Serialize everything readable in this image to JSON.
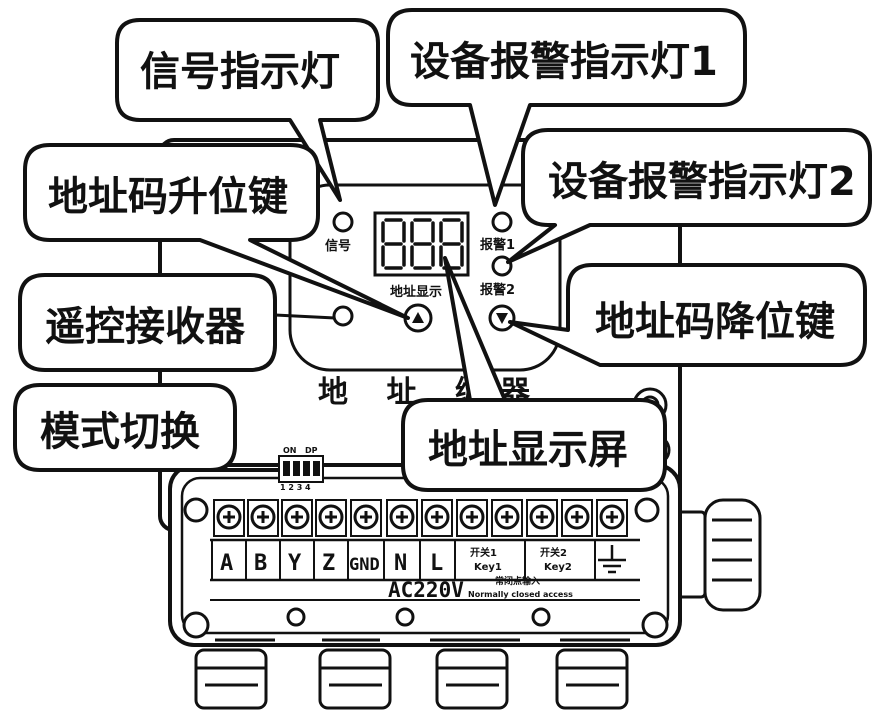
{
  "callouts": {
    "signal": "信号指示灯",
    "alarm1": "设备报警指示灯1",
    "alarm2": "设备报警指示灯2",
    "addr_up": "地址码升位键",
    "addr_down": "地址码降位键",
    "remote": "遥控接收器",
    "mode": "模式切换",
    "display": "地址显示屏"
  },
  "panel": {
    "signal_label": "信号",
    "alarm1_label": "报警1",
    "alarm2_label": "报警2",
    "display_label": "地址显示",
    "title_visible": "地 址 编",
    "title_tail": "器"
  },
  "dip": {
    "on": "ON",
    "dp": "DP",
    "numbers": "1 2 3 4"
  },
  "terminals": {
    "labels": [
      "A",
      "B",
      "Y",
      "Z",
      "GND",
      "N",
      "L"
    ],
    "switch1": "开关1",
    "switch1_key": "Key1",
    "switch2": "开关2",
    "switch2_key": "Key2",
    "power": "AC220V",
    "nc_cn": "常闭点输入",
    "nc_en": "Normally closed access"
  },
  "colors": {
    "stroke": "#111111",
    "fill": "#ffffff"
  }
}
